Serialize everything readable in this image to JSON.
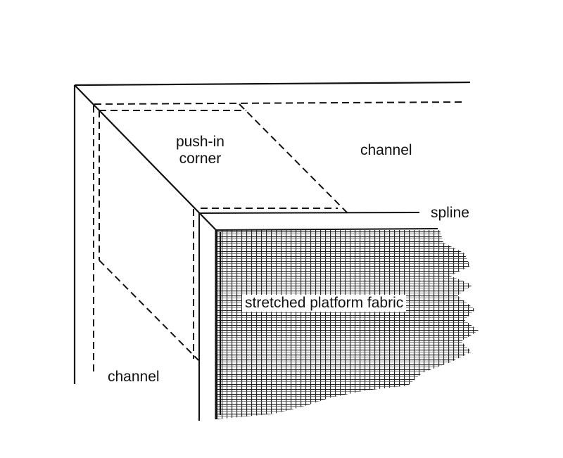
{
  "labels": {
    "push_in_line1": "push-in",
    "push_in_line2": "corner",
    "channel_top": "channel",
    "spline": "spline",
    "fabric": "stretched platform fabric",
    "channel_bottom": "channel"
  },
  "colors": {
    "ink": "#111111"
  }
}
